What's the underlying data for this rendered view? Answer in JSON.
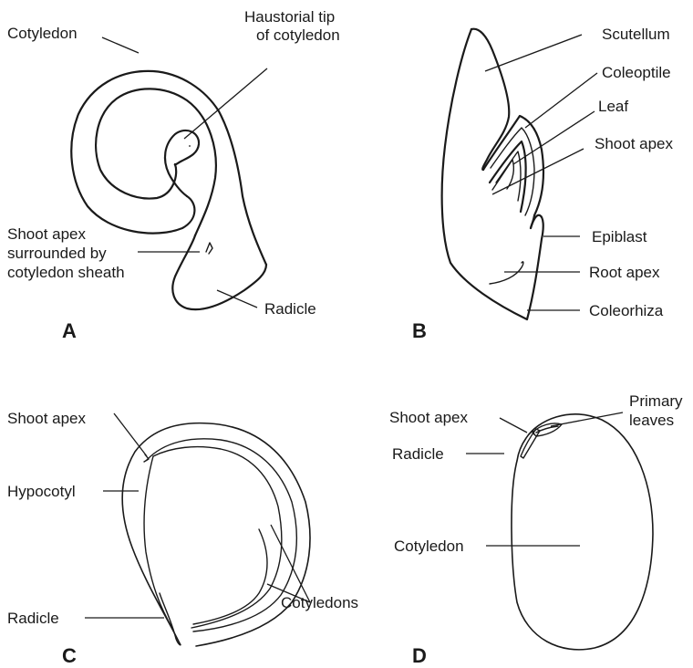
{
  "panels": {
    "A": {
      "letter": "A",
      "labels": {
        "cotyledon": "Cotyledon",
        "haustorial_l1": "Haustorial tip",
        "haustorial_l2": "of cotyledon",
        "shoot_l1": "Shoot apex",
        "shoot_l2": "surrounded by",
        "shoot_l3": "cotyledon  sheath",
        "radicle": "Radicle"
      }
    },
    "B": {
      "letter": "B",
      "labels": {
        "scutellum": "Scutellum",
        "coleoptile": "Coleoptile",
        "leaf": "Leaf",
        "shoot_apex": "Shoot apex",
        "epiblast": "Epiblast",
        "root_apex": "Root apex",
        "coleorhiza": "Coleorhiza"
      }
    },
    "C": {
      "letter": "C",
      "labels": {
        "shoot_apex": "Shoot apex",
        "hypocotyl": "Hypocotyl",
        "radicle": "Radicle",
        "cotyledons": "Cotyledons"
      }
    },
    "D": {
      "letter": "D",
      "labels": {
        "shoot_apex": "Shoot apex",
        "primary_l1": "Primary",
        "primary_l2": "leaves",
        "radicle": "Radicle",
        "cotyledon": "Cotyledon"
      }
    }
  }
}
